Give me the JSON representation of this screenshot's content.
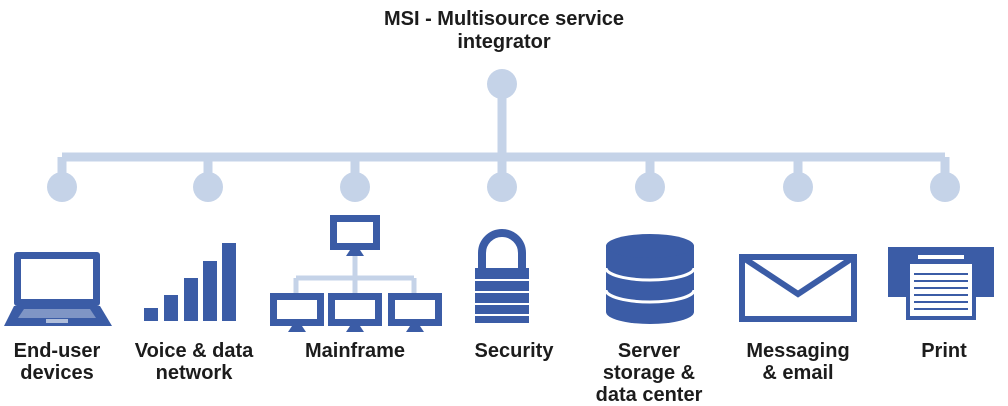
{
  "title": {
    "line1": "MSI - Multisource service",
    "line2": "integrator"
  },
  "colors": {
    "connector": "#c5d3e8",
    "icon": "#3b5ca6",
    "text": "#1c1c1c"
  },
  "nodes": [
    {
      "icon": "laptop-icon",
      "lines": [
        "End-user",
        "devices"
      ]
    },
    {
      "icon": "signal-bars-icon",
      "lines": [
        "Voice & data",
        "network"
      ]
    },
    {
      "icon": "mainframe-network-icon",
      "lines": [
        "Mainframe"
      ]
    },
    {
      "icon": "padlock-icon",
      "lines": [
        "Security"
      ]
    },
    {
      "icon": "database-icon",
      "lines": [
        "Server",
        "storage &",
        "data center"
      ]
    },
    {
      "icon": "envelope-icon",
      "lines": [
        "Messaging",
        "& email"
      ]
    },
    {
      "icon": "printer-icon",
      "lines": [
        "Print"
      ]
    }
  ]
}
